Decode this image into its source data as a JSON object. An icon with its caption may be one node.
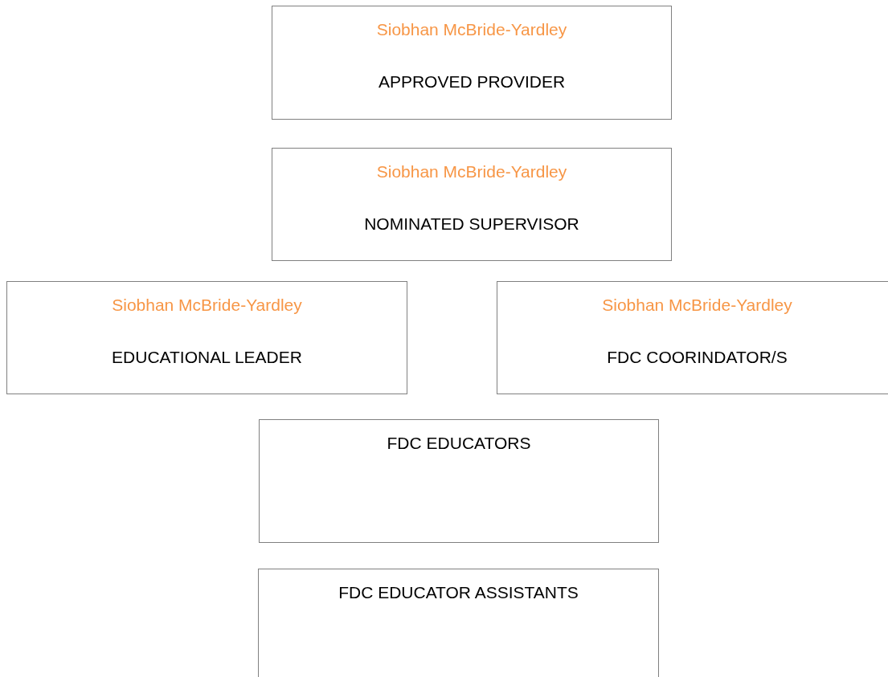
{
  "diagram": {
    "nodes": [
      {
        "text": [
          "Siobhan McBride-Yardley",
          "APPROVED PROVIDER"
        ]
      },
      {
        "text": [
          "Siobhan McBride-Yardley",
          "NOMINATED SUPERVISOR"
        ]
      },
      {
        "text": [
          "Siobhan McBride-Yardley",
          "EDUCATIONAL LEADER"
        ]
      },
      {
        "text": [
          "Siobhan McBride-Yardley",
          "FDC COORINDATOR/S"
        ]
      },
      {
        "text": [
          "FDC EDUCATORS"
        ]
      },
      {
        "text": [
          "FDC EDUCATOR ASSISTANTS"
        ]
      }
    ]
  }
}
